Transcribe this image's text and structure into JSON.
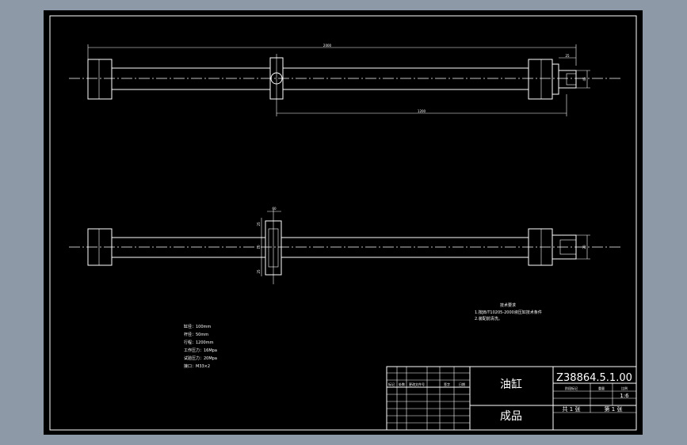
{
  "drawing": {
    "dimensions": {
      "top_overall": "2000",
      "top_stroke": "1200",
      "top_rod_end_w": "25",
      "top_rod_end_h": "45",
      "bottom_flange_w": "60",
      "bottom_flange_top": "25",
      "bottom_flange_mid": "10",
      "bottom_flange_bot": "25",
      "bottom_end_h": "20"
    },
    "specs": [
      "缸径：100mm",
      "杆径：50mm",
      "行程：1200mm",
      "工作压力：16Mpa",
      "试验压力：20Mpa",
      "接口：M33×2"
    ],
    "tech_req": {
      "title": "技术要求",
      "lines": [
        "1.按JB/T10205-2000液压缸技术条件",
        "2.装配前清洗。"
      ]
    }
  },
  "title_block": {
    "part_name": "油缸",
    "drawing_no": "Z38864.5.1.00",
    "material": "成品",
    "rev_headers": [
      "标记",
      "处数",
      "更改文件号",
      "签字",
      "日期"
    ],
    "stage_headers": [
      "阶段标记",
      "重量",
      "比例"
    ],
    "scale": "1:6",
    "sheet_total_label": "共 1 张",
    "sheet_no_label": "第 1 张"
  }
}
